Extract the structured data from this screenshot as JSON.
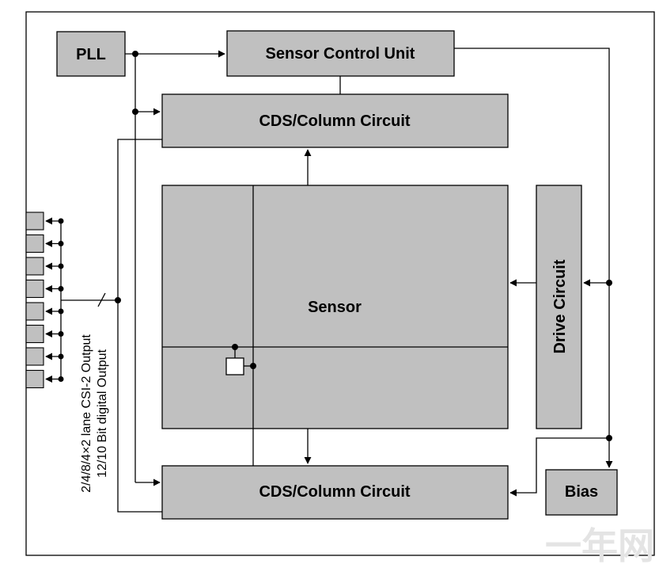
{
  "blocks": {
    "pll": "PLL",
    "sensor_control_unit": "Sensor Control Unit",
    "cds_top": "CDS/Column Circuit",
    "cds_bottom": "CDS/Column Circuit",
    "sensor": "Sensor",
    "drive_circuit": "Drive Circuit",
    "bias": "Bias"
  },
  "output_label": {
    "line1": "2/4/8/4×2 lane CSI-2 Output",
    "line2": "12/10 Bit digital Output"
  },
  "output_pin_count": 8,
  "watermark": "一年网"
}
